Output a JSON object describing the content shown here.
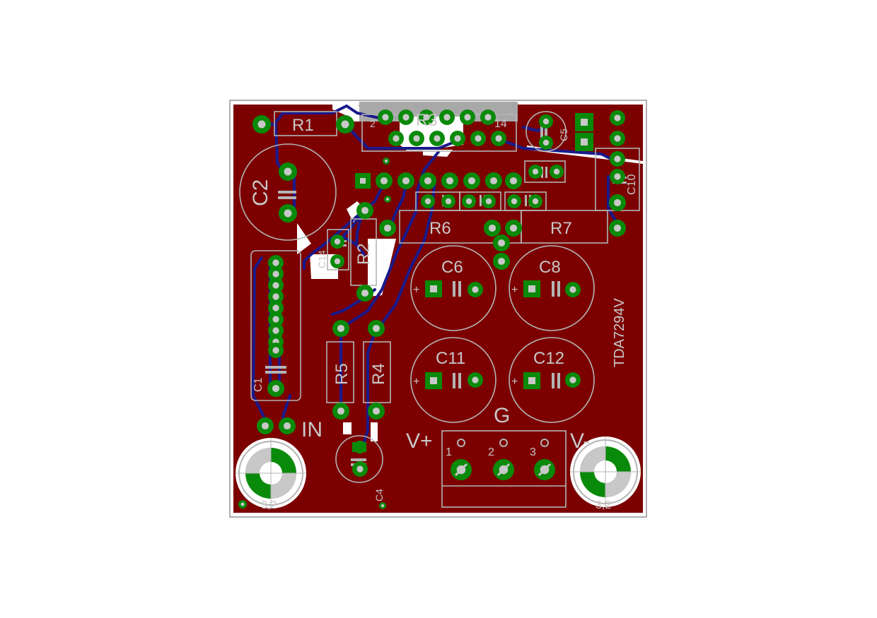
{
  "board": {
    "chip_label": "TDA7294V",
    "colors": {
      "copper": "#7c0000",
      "pad": "#0a8a0a",
      "silkscreen": "#b4b4b4",
      "trace_bottom": "#1a1a8c",
      "outline": "#7a7a7a"
    }
  },
  "labels": {
    "r1": "R1",
    "r3": "R3",
    "r2": "R2",
    "r4": "R4",
    "r5": "R5",
    "r6": "R6",
    "r7": "R7",
    "c1": "C1",
    "c2": "C2",
    "c4": "C4",
    "c5": "C5",
    "c6": "C6",
    "c8": "C8",
    "c10": "C10",
    "c11": "C11",
    "c12": "C12",
    "c14": "C14",
    "in": "IN",
    "g": "G",
    "vplus": "V+",
    "vminus": "V-",
    "pin2": "2",
    "pin14": "14",
    "term1": "1",
    "term2": "2",
    "term3": "3",
    "hole_left": "3,2",
    "hole_right": "3,2",
    "plus": "+"
  }
}
